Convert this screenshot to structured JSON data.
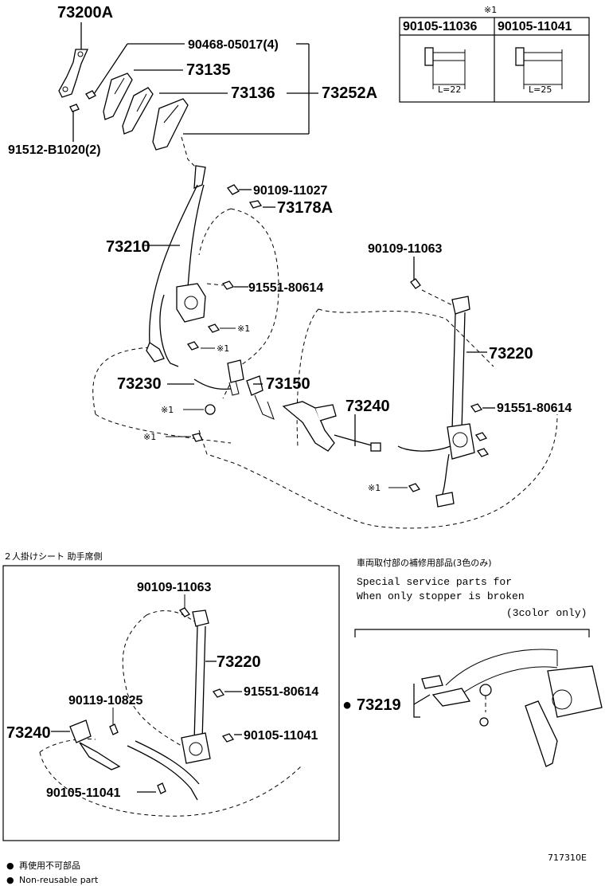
{
  "main_parts": {
    "p73200A": "73200A",
    "p90468": "90468-05017(4)",
    "p73135": "73135",
    "p73136": "73136",
    "p73252A": "73252A",
    "p91512": "91512-B1020(2)",
    "p90109_11027": "90109-11027",
    "p73178A": "73178A",
    "p73210": "73210",
    "p91551_a": "91551-80614",
    "p90109_11063": "90109-11063",
    "p73220": "73220",
    "p73230": "73230",
    "p73150": "73150",
    "p73240": "73240",
    "p91551_b": "91551-80614",
    "ref1_a": "※1",
    "ref1_b": "※1",
    "ref1_c": "※1",
    "ref1_d": "※1",
    "ref1_e": "※1"
  },
  "bolt_table": {
    "ref": "※1",
    "col1": "90105-11036",
    "col2": "90105-11041",
    "len1": "L=22",
    "len2": "L=25"
  },
  "inset_left": {
    "title": "２人掛けシート 助手席側",
    "p90109": "90109-11063",
    "p73220": "73220",
    "p91551": "91551-80614",
    "p90119": "90119-10825",
    "p90105_a": "90105-11041",
    "p73240": "73240",
    "p90105_b": "90105-11041"
  },
  "inset_right": {
    "title_jp": "車両取付部の補修用部品(3色のみ)",
    "line1": "Special  service  parts  for",
    "line2": "When  only  stopper  is  broken",
    "line3": "(3color  only)",
    "part": "73219",
    "bullet": "●"
  },
  "legend": {
    "bullet": "●",
    "jp": "再使用不可部品",
    "en": "Non-reusable part"
  },
  "code": "717310E"
}
